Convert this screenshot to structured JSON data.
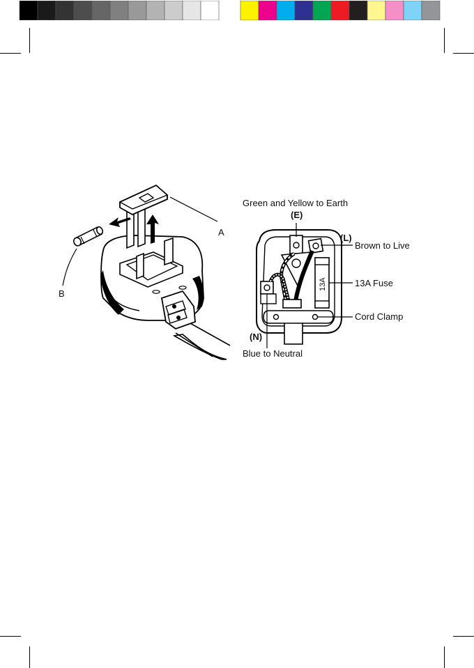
{
  "color_bar": {
    "swatches": [
      "#000000",
      "#1a1a1a",
      "#333333",
      "#4d4d4d",
      "#666666",
      "#808080",
      "#999999",
      "#b3b3b3",
      "#cccccc",
      "#e6e6e6",
      "#ffffff",
      "#fff200",
      "#ec008c",
      "#00aeef",
      "#2e3192",
      "#00a651",
      "#ed1c24",
      "#231f20",
      "#fff68f",
      "#f48fc8",
      "#7fd3f7",
      "#939598"
    ]
  },
  "left_diagram": {
    "label_a": "A",
    "label_b": "B"
  },
  "right_diagram": {
    "earth_label": "Green and Yellow to Earth",
    "earth_code": "(E)",
    "live_code": "(L)",
    "live_label": "Brown to Live",
    "fuse_label": "13A Fuse",
    "fuse_marking": "13A",
    "clamp_label": "Cord Clamp",
    "neutral_code": "(N)",
    "neutral_label": "Blue to Neutral"
  }
}
